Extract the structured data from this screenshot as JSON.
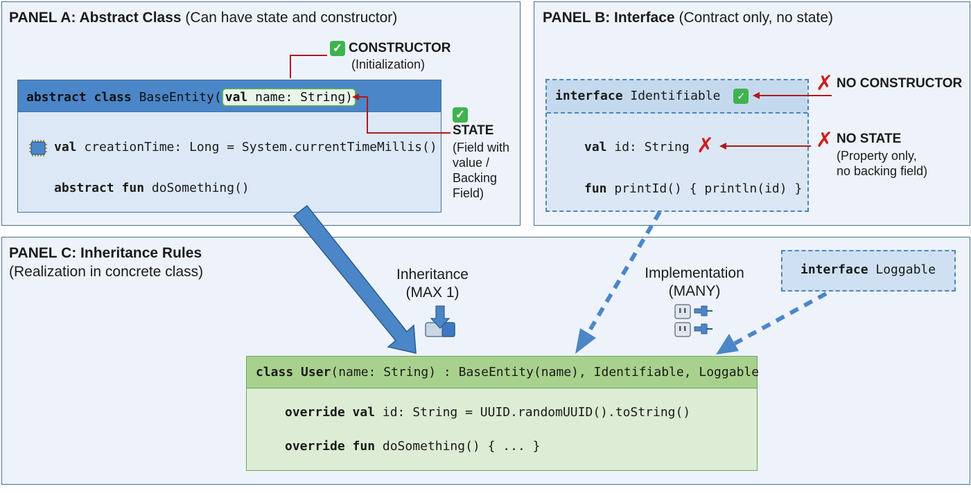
{
  "panel_a": {
    "title_bold": "PANEL A: Abstract Class",
    "title_rest": "(Can have state and constructor)",
    "class_kw": "abstract class",
    "class_name": "BaseEntity(",
    "param_kw": "val",
    "param_rest": " name: String)",
    "field_kw": "val",
    "field_rest": " creationTime: Long = System.currentTimeMillis()",
    "method_kw": "abstract fun",
    "method_rest": " doSomething()",
    "constructor_title": "CONSTRUCTOR",
    "constructor_sub": "(Initialization)",
    "state_title": "STATE",
    "state_lines": [
      "(Field with",
      "value /",
      "Backing",
      "Field)"
    ]
  },
  "panel_b": {
    "title_bold": "PANEL B: Interface",
    "title_rest": "(Contract only, no state)",
    "iface_kw": "interface",
    "iface_name": " Identifiable",
    "prop_kw": "val",
    "prop_rest": " id: String",
    "method_kw": "fun",
    "method_rest": " printId() { println(id) }",
    "no_constructor": "NO CONSTRUCTOR",
    "no_state": "NO STATE",
    "no_state_lines": [
      "(Property only,",
      "no backing field)"
    ]
  },
  "panel_c": {
    "title_bold": "PANEL C: Inheritance Rules",
    "subtitle": "(Realization in concrete class)",
    "inheritance_label": "Inheritance",
    "inheritance_sub": "(MAX 1)",
    "implementation_label": "Implementation",
    "implementation_sub": "(MANY)",
    "loggable_kw": "interface",
    "loggable_name": " Loggable",
    "user_kw": "class User",
    "user_rest": "(name: String) : BaseEntity(name), Identifiable, Loggable",
    "line1_kw": "override val",
    "line1_rest": " id: String = UUID.randomUUID().toString()",
    "line2_kw": "override fun",
    "line2_rest": " doSomething() { ... }"
  },
  "icons": {
    "check": "check-mark-icon",
    "cross": "cross-mark-icon",
    "chip": "chip-icon",
    "inherit": "download-arrow-icon",
    "plug": "plug-socket-icon"
  },
  "colors": {
    "panel_bg": "#eef3fb",
    "abstract_head": "#4a86c8",
    "interface_head": "#c4d9ee",
    "user_head": "#a9d18e",
    "user_body": "#ddecd5",
    "annotation_red": "#b01818",
    "check_green": "#3fb34f",
    "arrow_blue": "#4b86c8"
  }
}
